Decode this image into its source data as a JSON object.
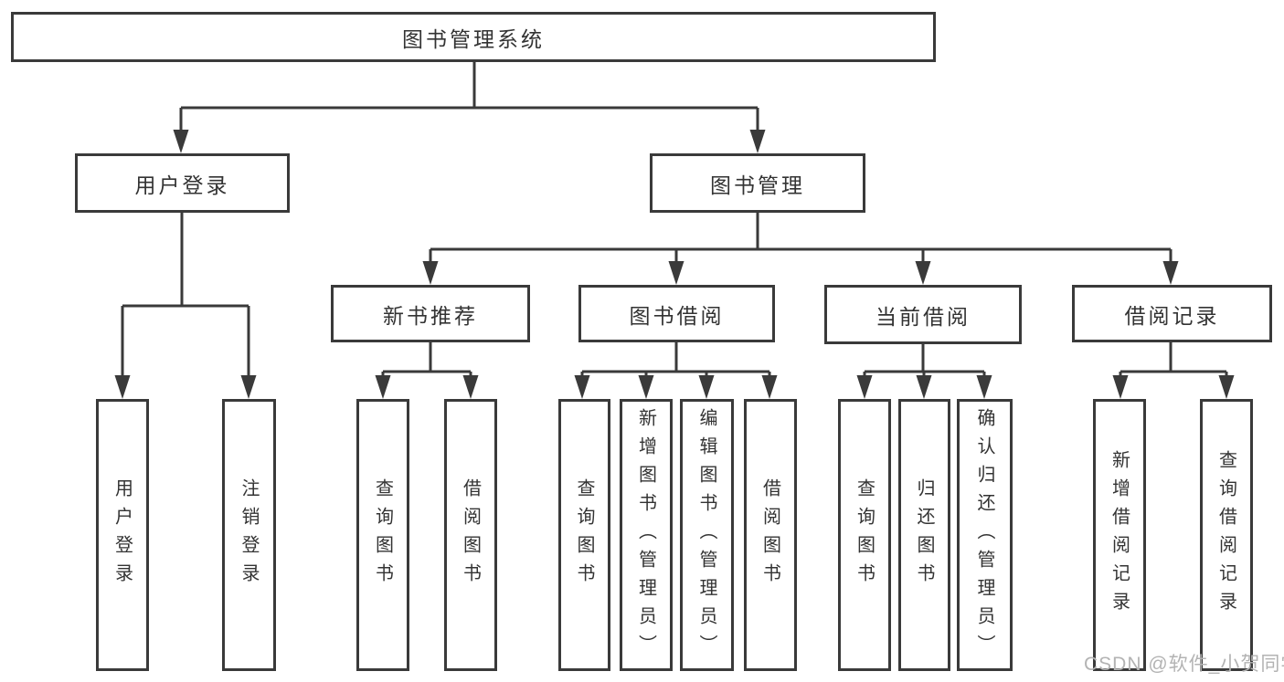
{
  "diagram": {
    "type": "hierarchy-tree",
    "colors": {
      "background": "#ffffff",
      "line": "#3a3a3a",
      "box_border": "#3a3a3a",
      "text": "#333333",
      "watermark": "#b3b3b3"
    },
    "tree": {
      "label": "图书管理系统",
      "children": [
        {
          "label": "用户登录",
          "children": [
            {
              "label": "用户登录"
            },
            {
              "label": "注销登录"
            }
          ]
        },
        {
          "label": "图书管理",
          "children": [
            {
              "label": "新书推荐",
              "children": [
                {
                  "label": "查询图书"
                },
                {
                  "label": "借阅图书"
                }
              ]
            },
            {
              "label": "图书借阅",
              "children": [
                {
                  "label": "查询图书"
                },
                {
                  "label": "新增图书（管理员）"
                },
                {
                  "label": "编辑图书（管理员）"
                },
                {
                  "label": "借阅图书"
                }
              ]
            },
            {
              "label": "当前借阅",
              "children": [
                {
                  "label": "查询图书"
                },
                {
                  "label": "归还图书"
                },
                {
                  "label": "确认归还（管理员）"
                }
              ]
            },
            {
              "label": "借阅记录",
              "children": [
                {
                  "label": "新增借阅记录"
                },
                {
                  "label": "查询借阅记录"
                }
              ]
            }
          ]
        }
      ]
    }
  },
  "watermark": {
    "text": "CSDN @软件_小贺同学"
  }
}
